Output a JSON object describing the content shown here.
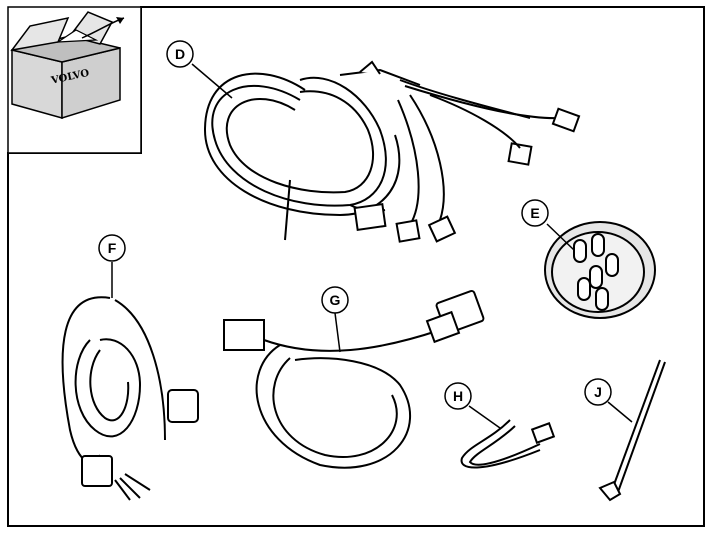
{
  "brand": {
    "logo_text": "VOLVO"
  },
  "callouts": {
    "d": "D",
    "e": "E",
    "f": "F",
    "g": "G",
    "h": "H",
    "j": "J"
  },
  "colors": {
    "line": "#000000",
    "fill": "#ffffff",
    "box_side": "#d8d8d8",
    "box_top": "#bfbfbf",
    "shade": "#e0e0e0"
  }
}
